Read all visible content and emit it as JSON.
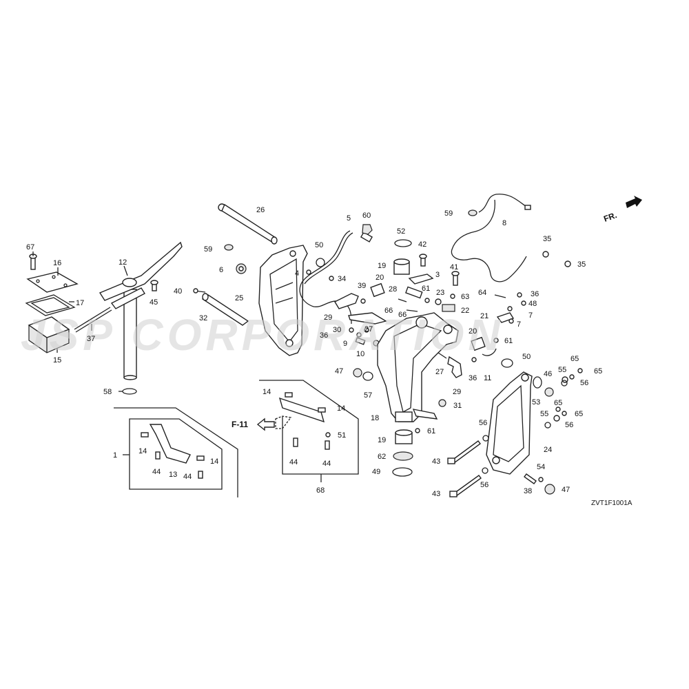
{
  "watermark": "JSP CORPORATION",
  "direction_label": "FR.",
  "ref_label": "F-11",
  "diagram_code": "ZVT1F1001A",
  "callouts": {
    "c67": "67",
    "c16": "16",
    "c17": "17",
    "c15": "15",
    "c37": "37",
    "c12": "12",
    "c45": "45",
    "c58": "58",
    "c26": "26",
    "c59a": "59",
    "c6": "6",
    "c40": "40",
    "c32": "32",
    "c25": "25",
    "c5": "5",
    "c60": "60",
    "c50a": "50",
    "c4": "4",
    "c34": "34",
    "c39": "39",
    "c29a": "29",
    "c30": "30",
    "c36a": "36",
    "c9": "9",
    "c27a": "27",
    "c10": "10",
    "c52": "52",
    "c42": "42",
    "c19a": "19",
    "c3": "3",
    "c20a": "20",
    "c28": "28",
    "c61a": "61",
    "c66a": "66",
    "c66b": "66",
    "c23": "23",
    "c63": "63",
    "c22": "22",
    "c59b": "59",
    "c8": "8",
    "c41": "41",
    "c35a": "35",
    "c35b": "35",
    "c64": "64",
    "c36b": "36",
    "c48": "48",
    "c21": "21",
    "c7a": "7",
    "c7b": "7",
    "c20b": "20",
    "c61b": "61",
    "c50b": "50",
    "c27b": "27",
    "c36c": "36",
    "c11": "11",
    "c29b": "29",
    "c31": "31",
    "c47a": "47",
    "c57": "57",
    "c18": "18",
    "c61c": "61",
    "c19b": "19",
    "c62": "62",
    "c49": "49",
    "c65a": "65",
    "c55a": "55",
    "c65b": "65",
    "c46": "46",
    "c56a": "56",
    "c53": "53",
    "c65c": "65",
    "c55b": "55",
    "c65d": "65",
    "c56b": "56",
    "c56c": "56",
    "c24": "24",
    "c43a": "43",
    "c43b": "43",
    "c56d": "56",
    "c54": "54",
    "c38": "38",
    "c47b": "47",
    "c14a": "14",
    "c14b": "14",
    "c51": "51",
    "c44a": "44",
    "c44b": "44",
    "c68": "68",
    "c1": "1",
    "c14c": "14",
    "c44c": "44",
    "c13": "13",
    "c44d": "44",
    "c14d": "14"
  }
}
